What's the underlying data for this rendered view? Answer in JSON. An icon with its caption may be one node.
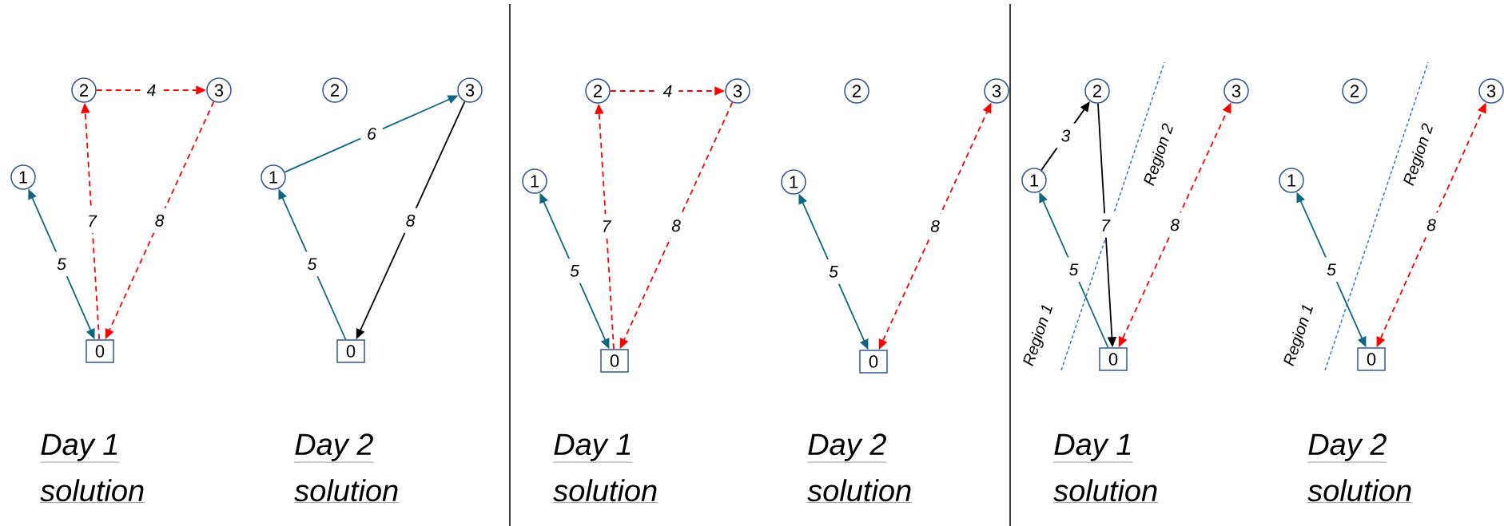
{
  "diagram": {
    "nodes": [
      {
        "text": [
          "2"
        ]
      },
      {
        "text": [
          "3"
        ]
      },
      {
        "text": [
          "1"
        ]
      },
      {
        "text": [
          "0"
        ]
      },
      {
        "text": [
          "2"
        ]
      },
      {
        "text": [
          "3"
        ]
      },
      {
        "text": [
          "1"
        ]
      },
      {
        "text": [
          "0"
        ]
      },
      {
        "text": [
          "2"
        ]
      },
      {
        "text": [
          "3"
        ]
      },
      {
        "text": [
          "1"
        ]
      },
      {
        "text": [
          "0"
        ]
      },
      {
        "text": [
          "2"
        ]
      },
      {
        "text": [
          "3"
        ]
      },
      {
        "text": [
          "1"
        ]
      },
      {
        "text": [
          "0"
        ]
      },
      {
        "text": [
          "2"
        ]
      },
      {
        "text": [
          "3"
        ]
      },
      {
        "text": [
          "1"
        ]
      },
      {
        "text": [
          "0"
        ]
      },
      {
        "text": [
          "2"
        ]
      },
      {
        "text": [
          "3"
        ]
      },
      {
        "text": [
          "1"
        ]
      },
      {
        "text": [
          "0"
        ]
      }
    ],
    "edges": [
      {
        "from": 0,
        "to": 1,
        "arrow": "to",
        "label": "4",
        "style": "dashed"
      },
      {
        "from": 3,
        "to": 0,
        "arrow": "to",
        "label": "7",
        "style": "dashed"
      },
      {
        "from": 1,
        "to": 3,
        "arrow": "to",
        "label": "8",
        "style": "dashed"
      },
      {
        "from": 3,
        "to": 2,
        "arrow": "both",
        "label": "5",
        "color": "#0e6680"
      },
      {
        "from": 6,
        "to": 5,
        "arrow": "to",
        "label": "6",
        "color": "#0e6680"
      },
      {
        "from": 7,
        "to": 6,
        "arrow": "to",
        "label": "5",
        "color": "#0e6680"
      },
      {
        "from": 5,
        "to": 7,
        "arrow": "to",
        "label": "8",
        "color": "#000000"
      },
      {
        "from": 8,
        "to": 9,
        "arrow": "to",
        "label": "4",
        "style": "dashed"
      },
      {
        "from": 11,
        "to": 8,
        "arrow": "to",
        "label": "7",
        "style": "dashed"
      },
      {
        "from": 9,
        "to": 11,
        "arrow": "to",
        "label": "8",
        "style": "dashed"
      },
      {
        "from": 11,
        "to": 10,
        "arrow": "both",
        "label": "5",
        "color": "#0e6680"
      },
      {
        "from": 15,
        "to": 13,
        "arrow": "both",
        "label": "8",
        "style": "dashed"
      },
      {
        "from": 15,
        "to": 14,
        "arrow": "both",
        "label": "5",
        "color": "#0e6680"
      },
      {
        "from": 18,
        "to": 16,
        "arrow": "to",
        "label": "3",
        "color": "#000000"
      },
      {
        "from": 16,
        "to": 19,
        "arrow": "to",
        "label": "7",
        "color": "#000000"
      },
      {
        "from": 19,
        "to": 18,
        "arrow": "to",
        "label": "5",
        "color": "#0e6680"
      },
      {
        "from": 19,
        "to": 17,
        "arrow": "both",
        "label": "8",
        "style": "dashed"
      },
      {
        "from": 23,
        "to": 21,
        "arrow": "both",
        "label": "8",
        "style": "dashed"
      },
      {
        "from": 23,
        "to": 22,
        "arrow": "both",
        "label": "5",
        "color": "#0e6680"
      }
    ],
    "labels": [
      "Region 2",
      "Region 2",
      "Region 1",
      "Region 1",
      "Day 1 solution",
      "Day 2 solution",
      "Day 1 solution",
      "Day 2 solution",
      "Day 1 solution",
      "Day 2 solution"
    ]
  }
}
